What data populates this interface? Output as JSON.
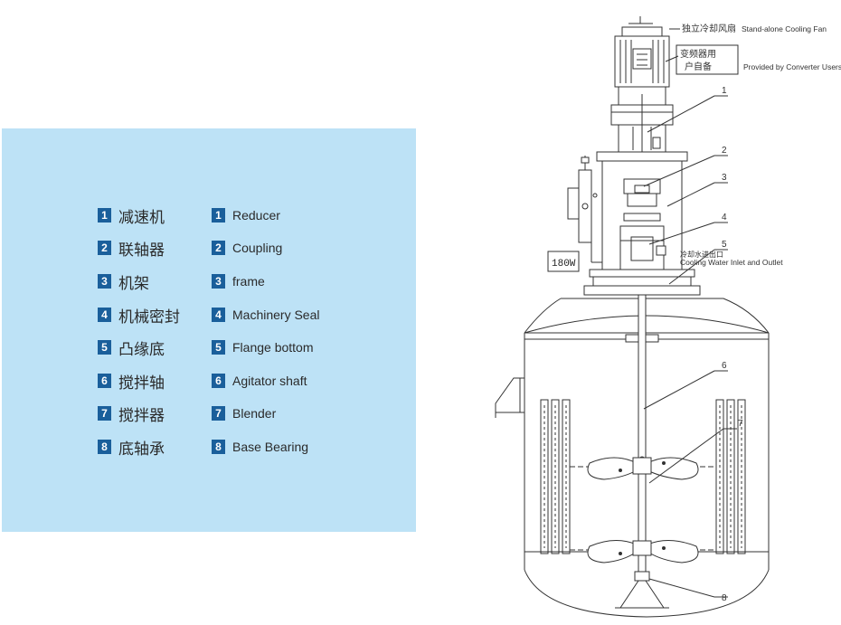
{
  "legend": {
    "items": [
      {
        "num": "1",
        "zh": "减速机",
        "en": "Reducer"
      },
      {
        "num": "2",
        "zh": "联轴器",
        "en": "Coupling"
      },
      {
        "num": "3",
        "zh": "机架",
        "en": "frame"
      },
      {
        "num": "4",
        "zh": "机械密封",
        "en": "Machinery Seal"
      },
      {
        "num": "5",
        "zh": "凸缘底",
        "en": "Flange bottom"
      },
      {
        "num": "6",
        "zh": "搅拌轴",
        "en": "Agitator shaft"
      },
      {
        "num": "7",
        "zh": "搅拌器",
        "en": "Blender"
      },
      {
        "num": "8",
        "zh": "底轴承",
        "en": "Base Bearing"
      }
    ]
  },
  "diagram": {
    "fan_zh": "独立冷却风扇",
    "fan_en": "Stand-alone Cooling Fan",
    "converter_zh_1": "变频器用",
    "converter_zh_2": "户自备",
    "converter_en": "Provided by Converter Users",
    "motor_power": "180W",
    "water_zh": "冷却水进出口",
    "water_en": "Cooling Water Inlet and Outlet",
    "callouts": [
      "1",
      "2",
      "3",
      "4",
      "5",
      "6",
      "7",
      "8"
    ]
  },
  "colors": {
    "panel": "#bde2f6",
    "number_badge": "#1a5f9b",
    "line": "#333333"
  }
}
